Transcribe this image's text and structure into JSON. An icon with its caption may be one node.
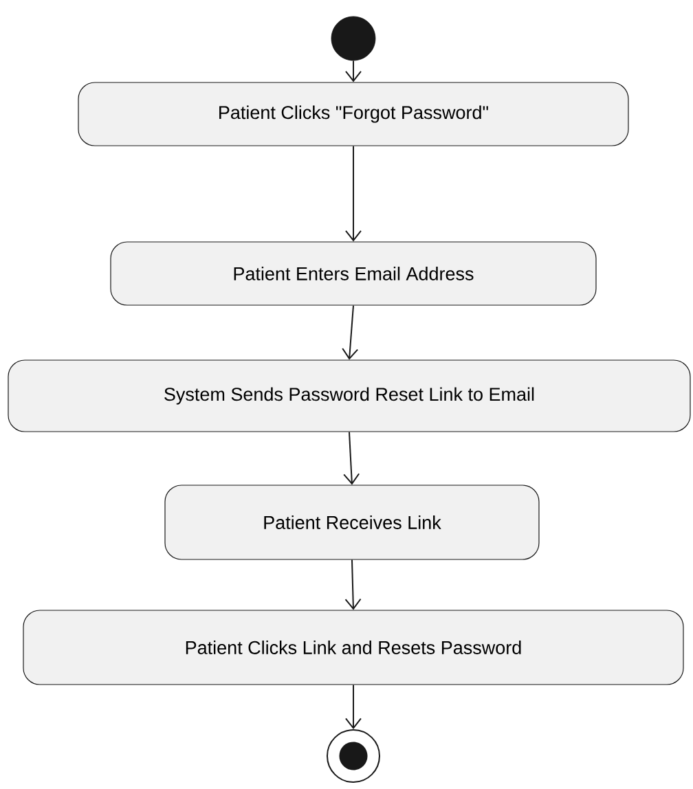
{
  "diagram": {
    "nodes": [
      {
        "text": [],
        "shape": "circle"
      },
      {
        "text": [
          "Patient Clicks \"Forgot Password\""
        ]
      },
      {
        "text": [
          "Patient Enters Email Address"
        ]
      },
      {
        "text": [
          "System Sends Password Reset Link to Email"
        ]
      },
      {
        "text": [
          "Patient Receives Link"
        ]
      },
      {
        "text": [
          "Patient Clicks Link and Resets Password"
        ]
      },
      {
        "text": [],
        "shape": "bullseye"
      }
    ],
    "edges": [
      {
        "from": 0,
        "to": 1,
        "arrow": "to"
      },
      {
        "from": 1,
        "to": 2,
        "arrow": "to"
      },
      {
        "from": 2,
        "to": 3,
        "arrow": "to"
      },
      {
        "from": 3,
        "to": 4,
        "arrow": "to"
      },
      {
        "from": 4,
        "to": 5,
        "arrow": "to"
      },
      {
        "from": 5,
        "to": 6,
        "arrow": "to"
      }
    ]
  }
}
